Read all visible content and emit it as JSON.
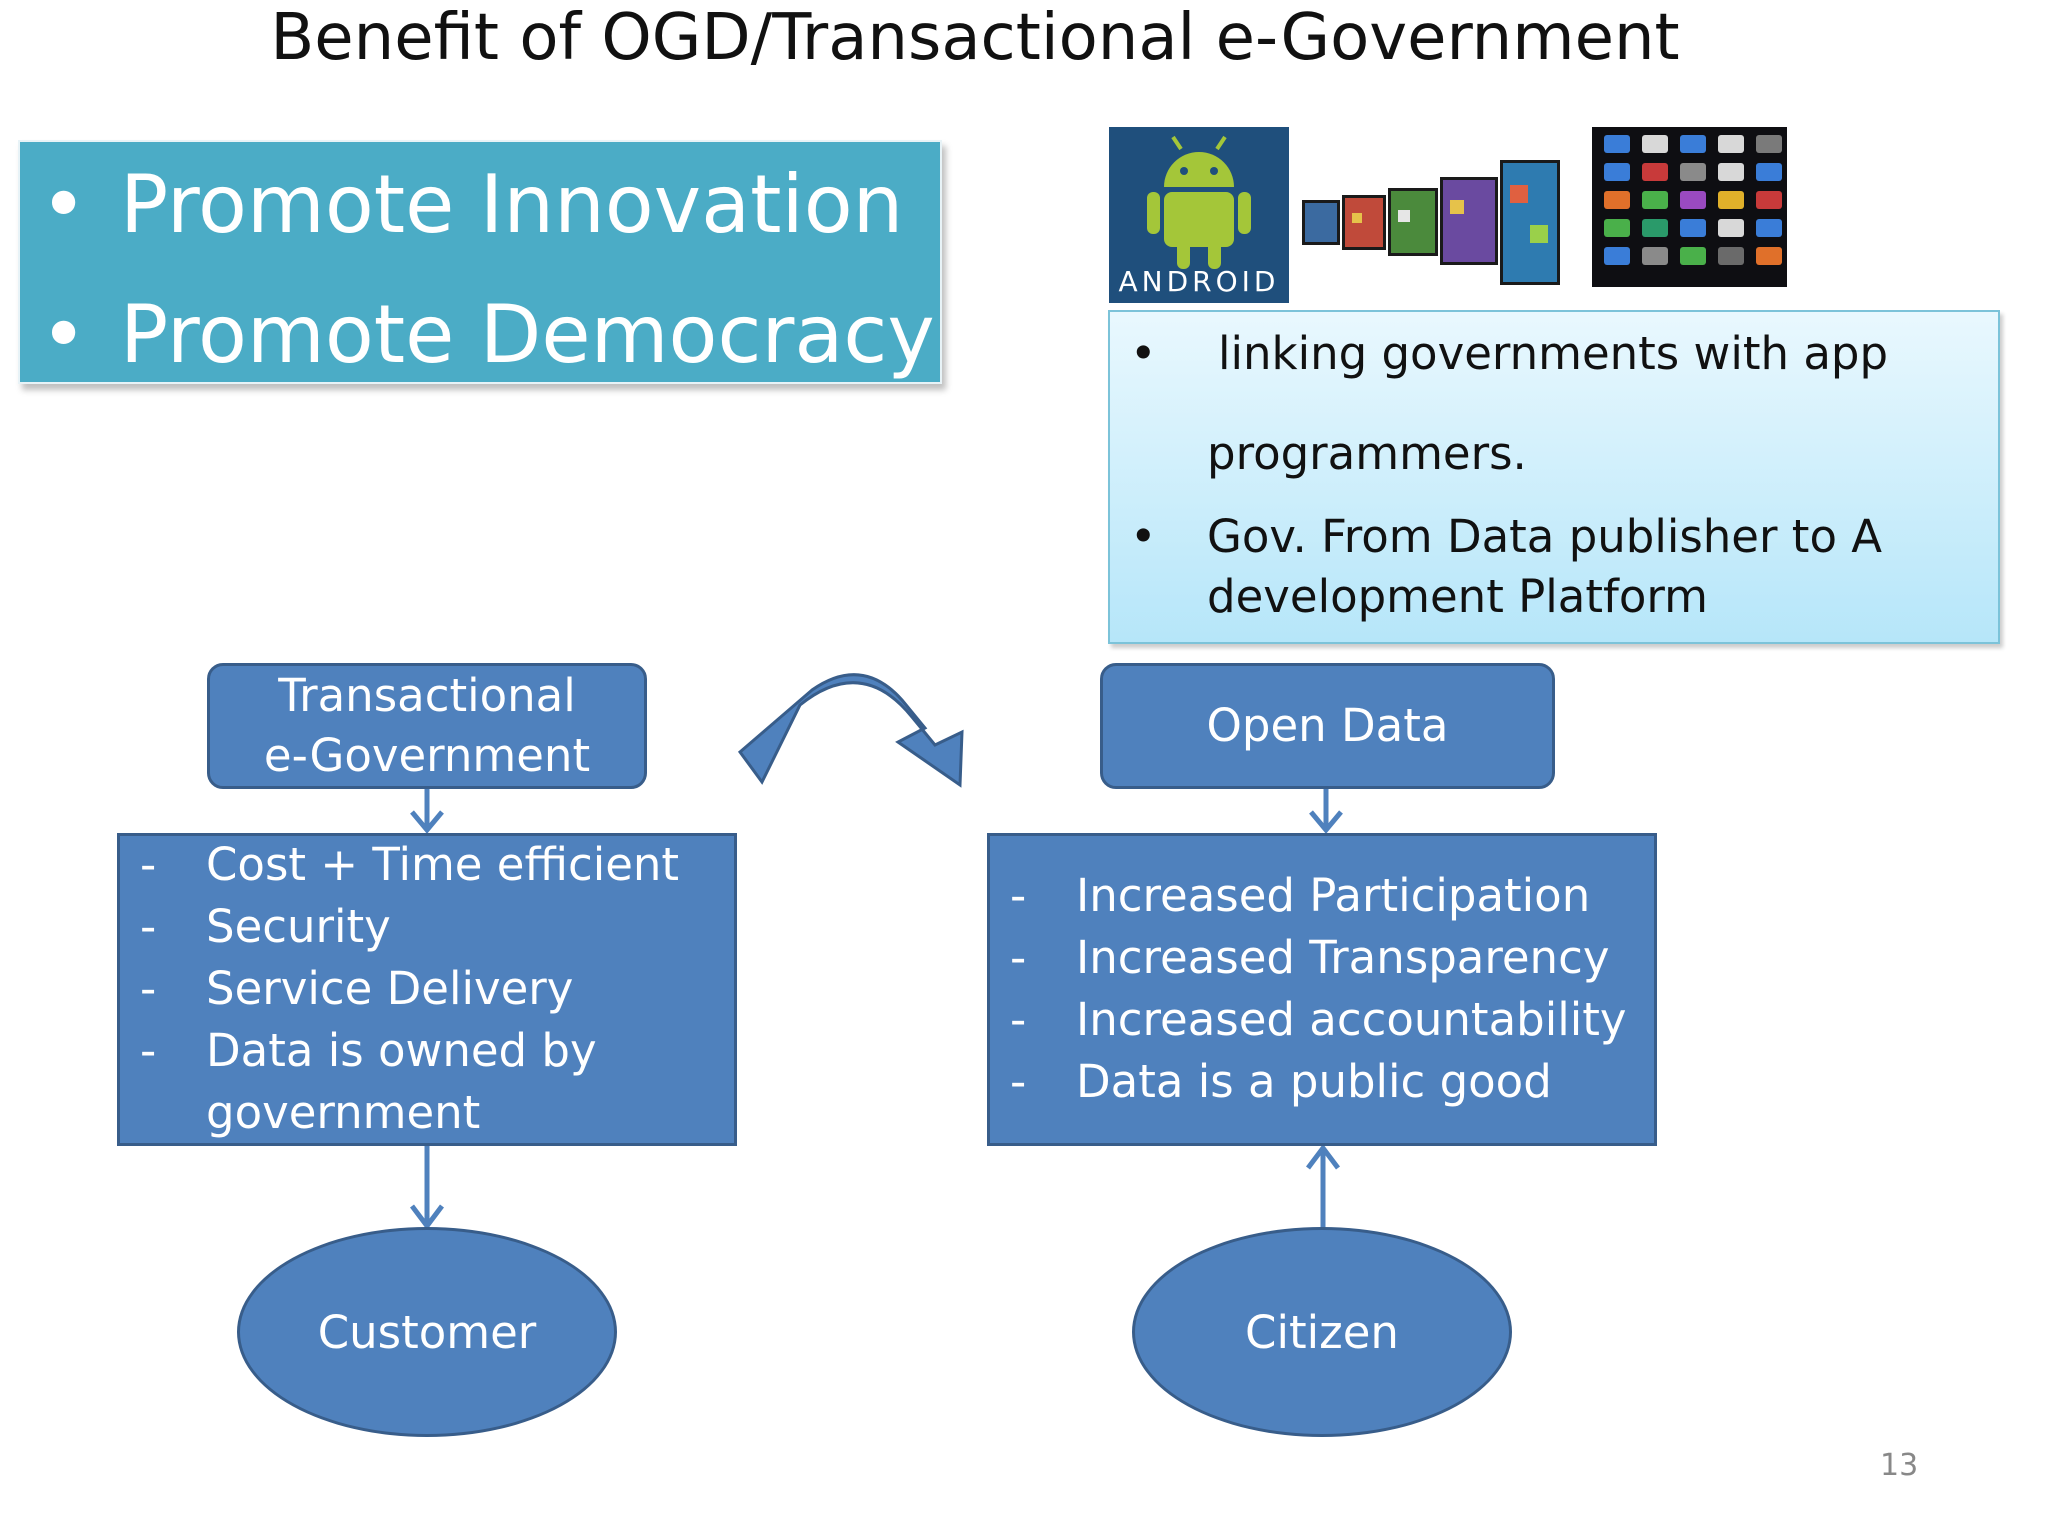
{
  "slide": {
    "title": "Benefit of OGD/Transactional e-Government",
    "page_number": "13"
  },
  "promo": {
    "items": [
      "Promote Innovation",
      "Promote Democracy"
    ]
  },
  "images": {
    "android_logo_text": "ANDROID",
    "icons": [
      "android-logo",
      "tv-screens",
      "app-grid"
    ]
  },
  "info": {
    "line1": "linking governments with app",
    "line2": "programmers.",
    "line3": "Gov. From Data publisher  to A",
    "line4": "development Platform"
  },
  "left_flow": {
    "header_line1": "Transactional",
    "header_line2": "e-Government",
    "items": [
      "Cost + Time efficient",
      "Security",
      "Service Delivery",
      "Data is owned by",
      "government"
    ],
    "oval": "Customer"
  },
  "right_flow": {
    "header": "Open Data",
    "items": [
      "Increased Participation",
      "Increased Transparency",
      "Increased accountability",
      "Data is a public good"
    ],
    "oval": "Citizen"
  },
  "colors": {
    "box_fill": "#4f81bd",
    "box_border": "#385d8a",
    "promo_fill": "#4bacc6",
    "info_fill": "#c6ecfb"
  }
}
